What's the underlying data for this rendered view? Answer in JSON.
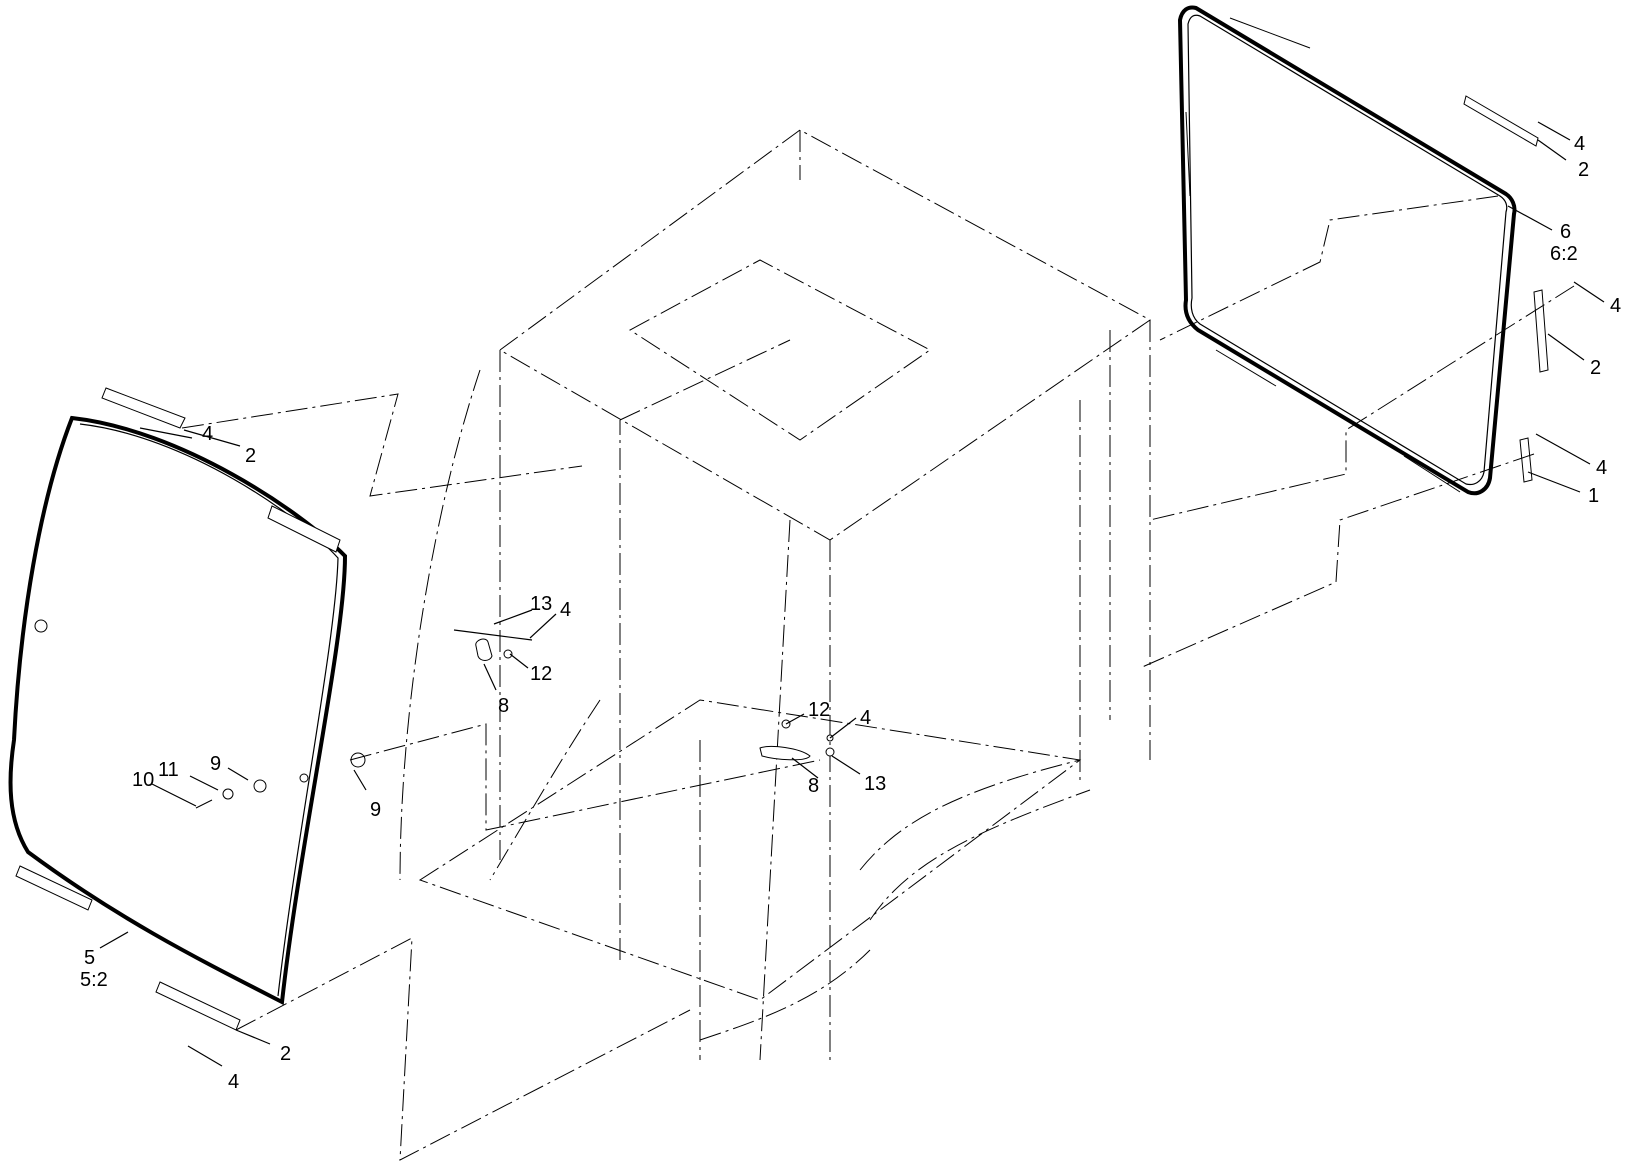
{
  "callouts": {
    "left_top_2": "2",
    "left_top_4": "4",
    "left_bottom_2": "2",
    "left_bottom_4": "4",
    "left_glass": "5",
    "left_glass_qty": "5:2",
    "n9_a": "9",
    "n9_b": "9",
    "n10": "10",
    "n11": "11",
    "n13_a": "13",
    "n4_a": "4",
    "n12_a": "12",
    "n8_a": "8",
    "n12_b": "12",
    "n4_b": "4",
    "n8_b": "8",
    "n13_b": "13",
    "right_4_a": "4",
    "right_2_a": "2",
    "right_glass": "6",
    "right_glass_qty": "6:2",
    "right_4_b": "4",
    "right_2_b": "2",
    "right_4_c": "4",
    "right_1": "1"
  }
}
